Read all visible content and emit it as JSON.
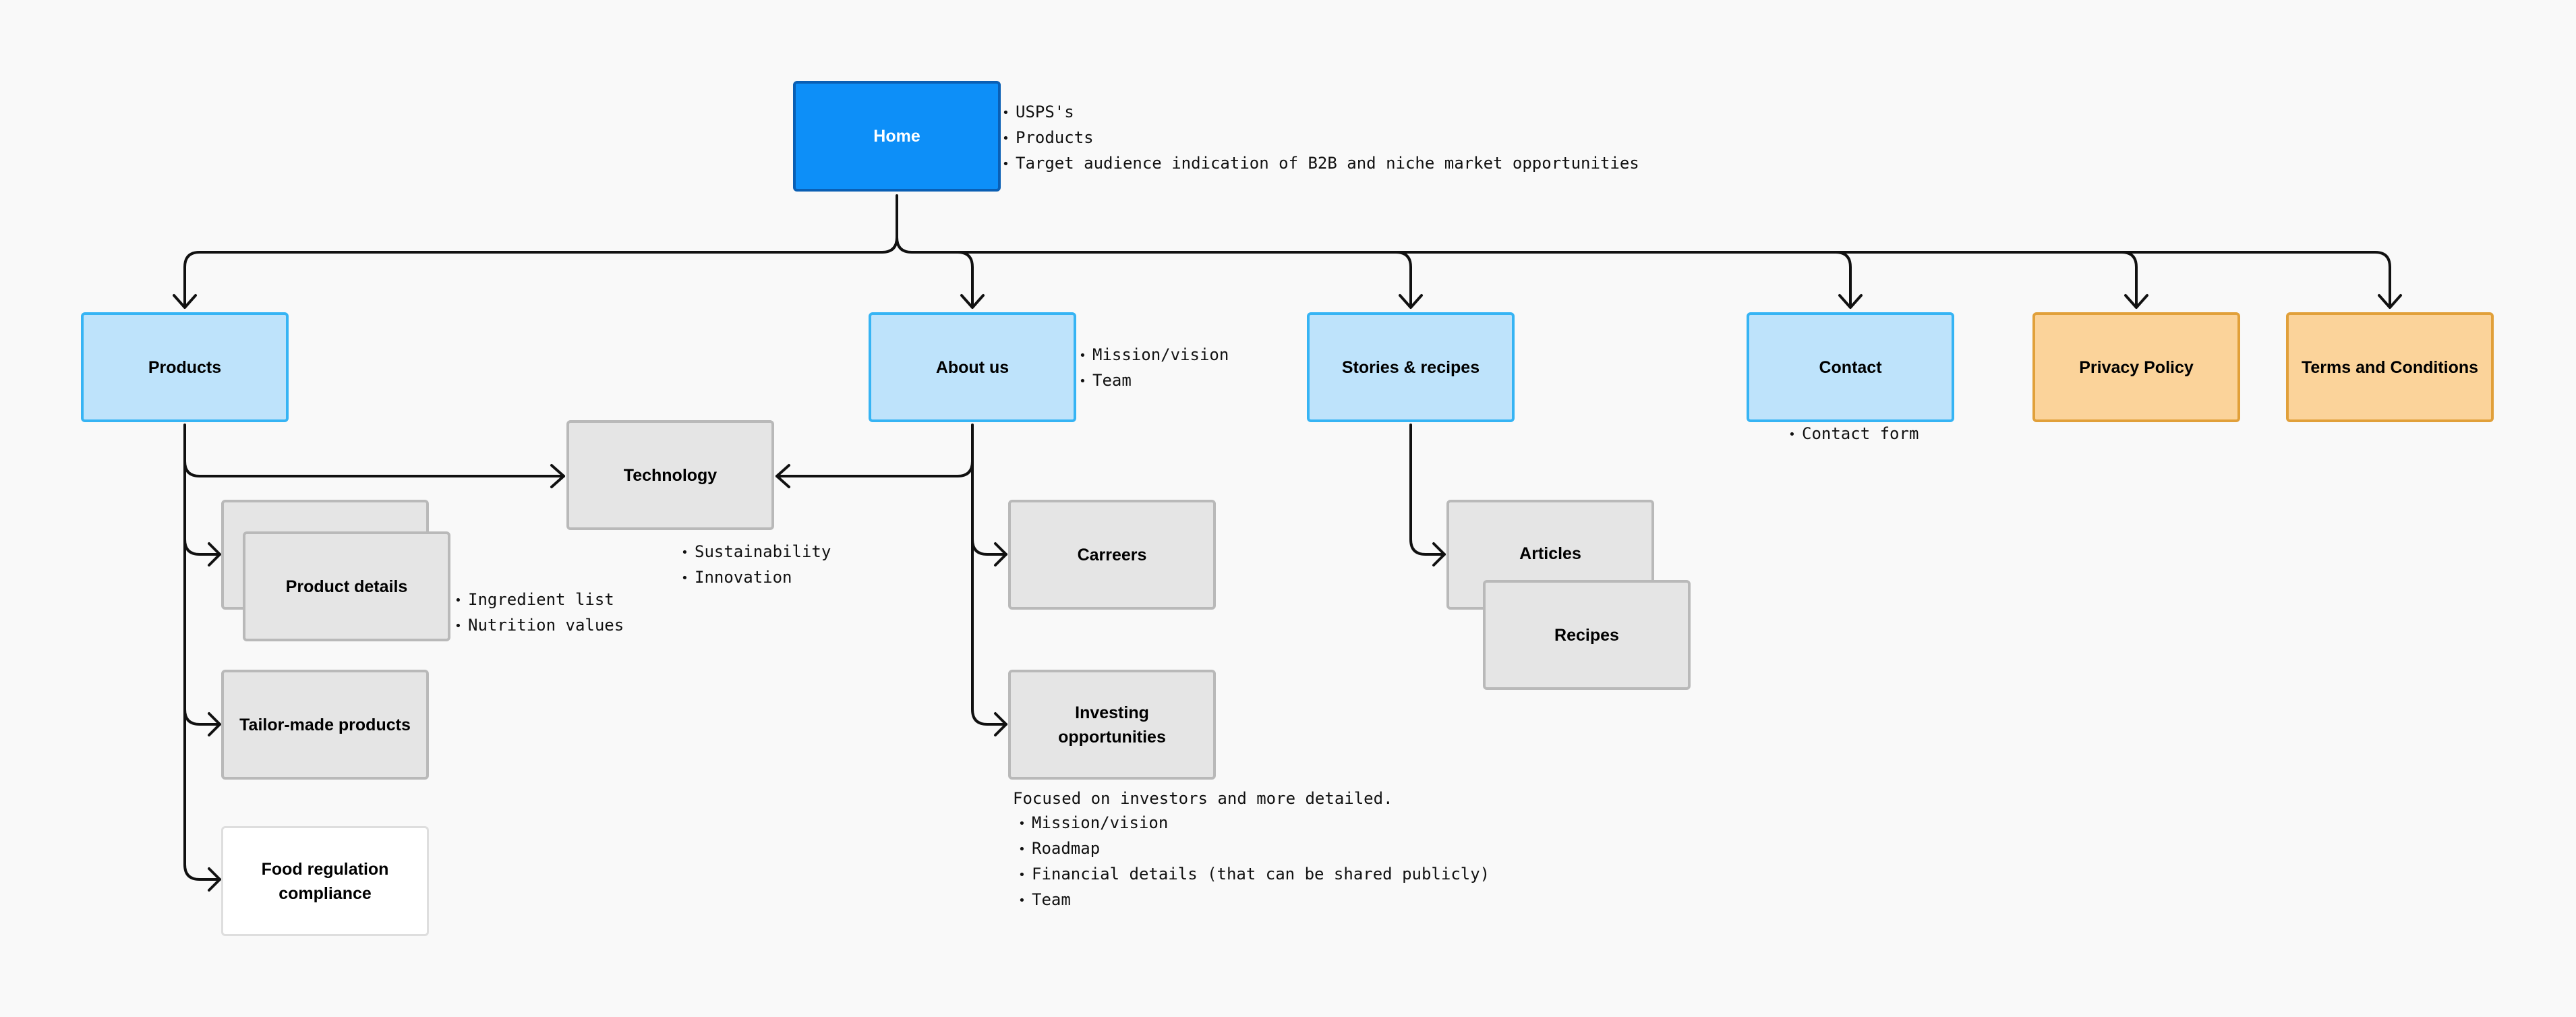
{
  "colors": {
    "root_fill": "#0d8ff8",
    "root_border": "#0a5fb4",
    "section_fill": "#bee3fb",
    "section_border": "#36b4f4",
    "legal_fill": "#fbd39a",
    "legal_border": "#e1a03a",
    "subpage_fill": "#e5e5e5",
    "subpage_border": "#b9b9b9",
    "connector": "#111111",
    "background": "#f9f9f9"
  },
  "nodes": {
    "home": "Home",
    "products": "Products",
    "about": "About us",
    "stories": "Stories & recipes",
    "contact": "Contact",
    "privacy": "Privacy Policy",
    "terms": "Terms and Conditions",
    "technology": "Technology",
    "product_details": "Product details",
    "tailor_made": "Tailor-made products",
    "food_regulation": "Food regulation compliance",
    "careers": "Carreers",
    "investing": "Investing opportunities",
    "articles": "Articles",
    "recipes": "Recipes"
  },
  "notes": {
    "home": [
      "USPS's",
      "Products",
      "Target audience indication of B2B and niche market opportunities"
    ],
    "about": [
      "Mission/vision",
      "Team"
    ],
    "contact": [
      "Contact form"
    ],
    "technology": [
      "Sustainability",
      "Innovation"
    ],
    "product_details": [
      "Ingredient list",
      "Nutrition values"
    ],
    "investing": {
      "lead": "Focused on investors and more detailed.",
      "items": [
        "Mission/vision",
        "Roadmap",
        "Financial details (that can be shared publicly)",
        "Team"
      ]
    }
  }
}
